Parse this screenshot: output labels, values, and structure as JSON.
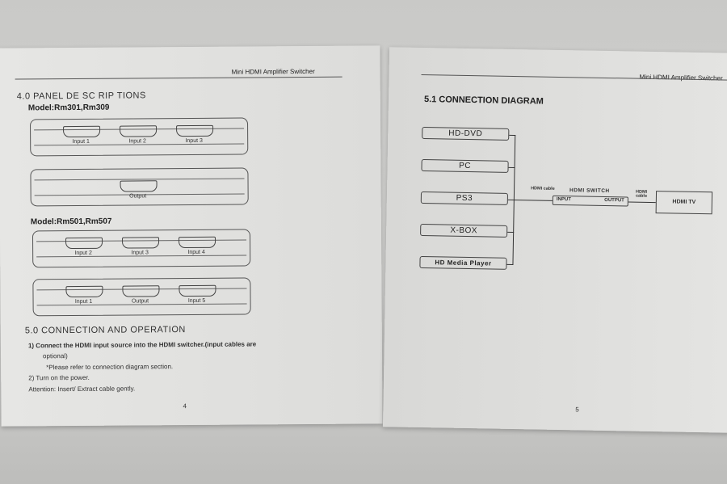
{
  "left_page": {
    "header": "Mini HDMI Amplifier Switcher",
    "section_title": "4.0 PANEL DE SC RIP TIONS",
    "model1": "Model:Rm301,Rm309",
    "model1_front": [
      "Input 1",
      "Input 2",
      "Input 3"
    ],
    "model1_back": [
      "Output"
    ],
    "model2": "Model:Rm501,Rm507",
    "model2_front": [
      "Input 2",
      "Input 3",
      "Input 4"
    ],
    "model2_back": [
      "Input 1",
      "Output",
      "Input 5"
    ],
    "section2_title": "5.0 CONNECTION AND OPERATION",
    "steps": [
      "1)  Connect the HDMI input source into the HDMI switcher.(input cables are",
      "optional)",
      "*Please refer to connection diagram section.",
      "2)  Turn on the power.",
      "Attention: Insert/ Extract cable gently."
    ],
    "page_number": "4"
  },
  "right_page": {
    "header": "Mini HDMI Amplifier Switcher",
    "title": "5.1 CONNECTION DIAGRAM",
    "devices": [
      "HD-DVD",
      "PC",
      "PS3",
      "X-BOX",
      "HD Media Player"
    ],
    "cable1": "HDMI cable",
    "switch_title": "HDMI SWITCH",
    "switch_input": "INPUT",
    "switch_output": "OUTPUT",
    "cable2": "HDMI cable",
    "tv": "HDMI TV",
    "page_number": "5"
  }
}
